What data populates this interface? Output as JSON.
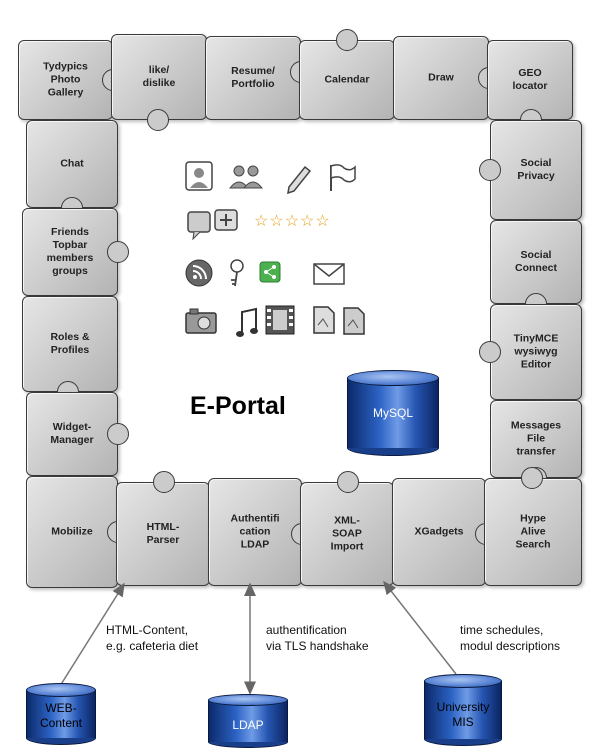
{
  "title": "E-Portal",
  "pieces": {
    "photo_gallery": "Tydypics\nPhoto\nGallery",
    "like_dislike": "like/\ndislike",
    "resume_portfolio": "Resume/\nPortfolio",
    "calendar": "Calendar",
    "draw": "Draw",
    "geo_locator": "GEO\nlocator",
    "chat": "Chat",
    "social_privacy": "Social\nPrivacy",
    "friends": "Friends\nTopbar\nmembers\ngroups",
    "social_connect": "Social\nConnect",
    "roles_profiles": "Roles &\nProfiles",
    "tinymce": "TinyMCE\nwysiwyg\nEditor",
    "widget_manager": "Widget-\nManager",
    "messages": "Messages\nFile\ntransfer",
    "mobilize": "Mobilize",
    "html_parser": "HTML-\nParser",
    "authentication_ldap": "Authentifi\ncation\nLDAP",
    "xml_soap": "XML-\nSOAP\nImport",
    "xgadgets": "XGadgets",
    "hype_search": "Hype\nAlive\nSearch"
  },
  "databases": {
    "mysql": "MySQL",
    "web_content": "WEB-\nContent",
    "ldap": "LDAP",
    "university_mis": "University\nMIS"
  },
  "notes": {
    "html_content": "HTML-Content,\ne.g. cafeteria diet",
    "authentification": "authentification\nvia TLS handshake",
    "time_schedules": "time schedules,\nmodul descriptions"
  },
  "icons": [
    "user-icon",
    "group-icon",
    "pencil-icon",
    "flag-icon",
    "comment-icon",
    "add-comment-icon",
    "star-rating-icon",
    "rss-icon",
    "key-icon",
    "share-icon",
    "mail-icon",
    "camera-icon",
    "music-icon",
    "film-icon",
    "document-icon",
    "documents-icon"
  ],
  "rating_stars": "☆☆☆☆☆",
  "colors": {
    "puzzle": "#c8c8c8",
    "puzzle_border": "#3a3a3a",
    "database": "#2c63c4"
  }
}
